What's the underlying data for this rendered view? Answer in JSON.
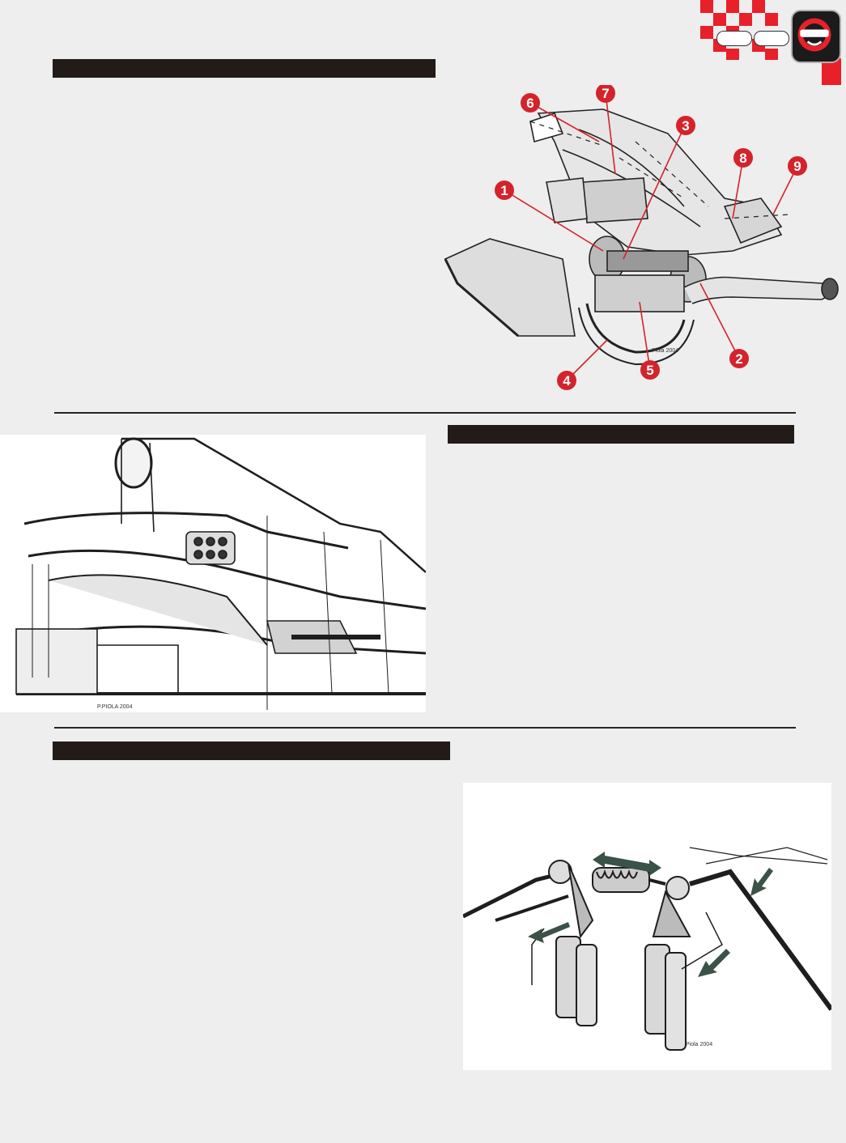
{
  "header": {
    "logo": {
      "icon": "club-logo-icon",
      "colors": [
        "#1b1b1b",
        "#e8202a"
      ]
    },
    "checker_color": "#e8202a"
  },
  "sections": [
    {
      "id": "section-1",
      "title_bar_color": "#221b17"
    },
    {
      "id": "section-2",
      "title_bar_color": "#221b17"
    },
    {
      "id": "section-3",
      "title_bar_color": "#221b17"
    }
  ],
  "figures": {
    "airbox": {
      "callouts": [
        "1",
        "2",
        "3",
        "4",
        "5",
        "6",
        "7",
        "8",
        "9"
      ],
      "callout_color": "#d4232b",
      "signature": "Piola 2004"
    },
    "engine_bay": {
      "signature": "P.PIOLA 2004"
    },
    "suspension": {
      "signature": "Piola 2004"
    }
  }
}
